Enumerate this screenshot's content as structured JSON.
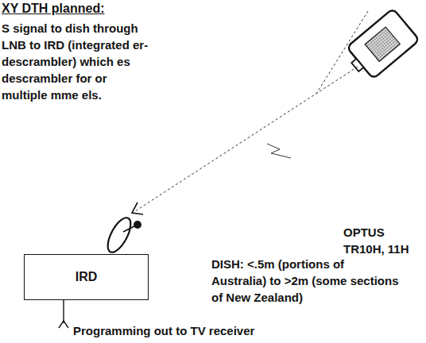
{
  "diagram": {
    "title": "XY DTH planned:",
    "nodes": [
      {
        "text": [
          "IRD"
        ]
      }
    ],
    "labels": [
      "S signal to dish through LNB to IRD (integrated er-descrambler) which es descrambler for or multiple mme els.",
      "OPTUS TR10H, 11H",
      "DISH: <.5m (portions of Australia) to >2m (some sections of New Zealand)",
      "Programming out to TV receiver"
    ]
  }
}
